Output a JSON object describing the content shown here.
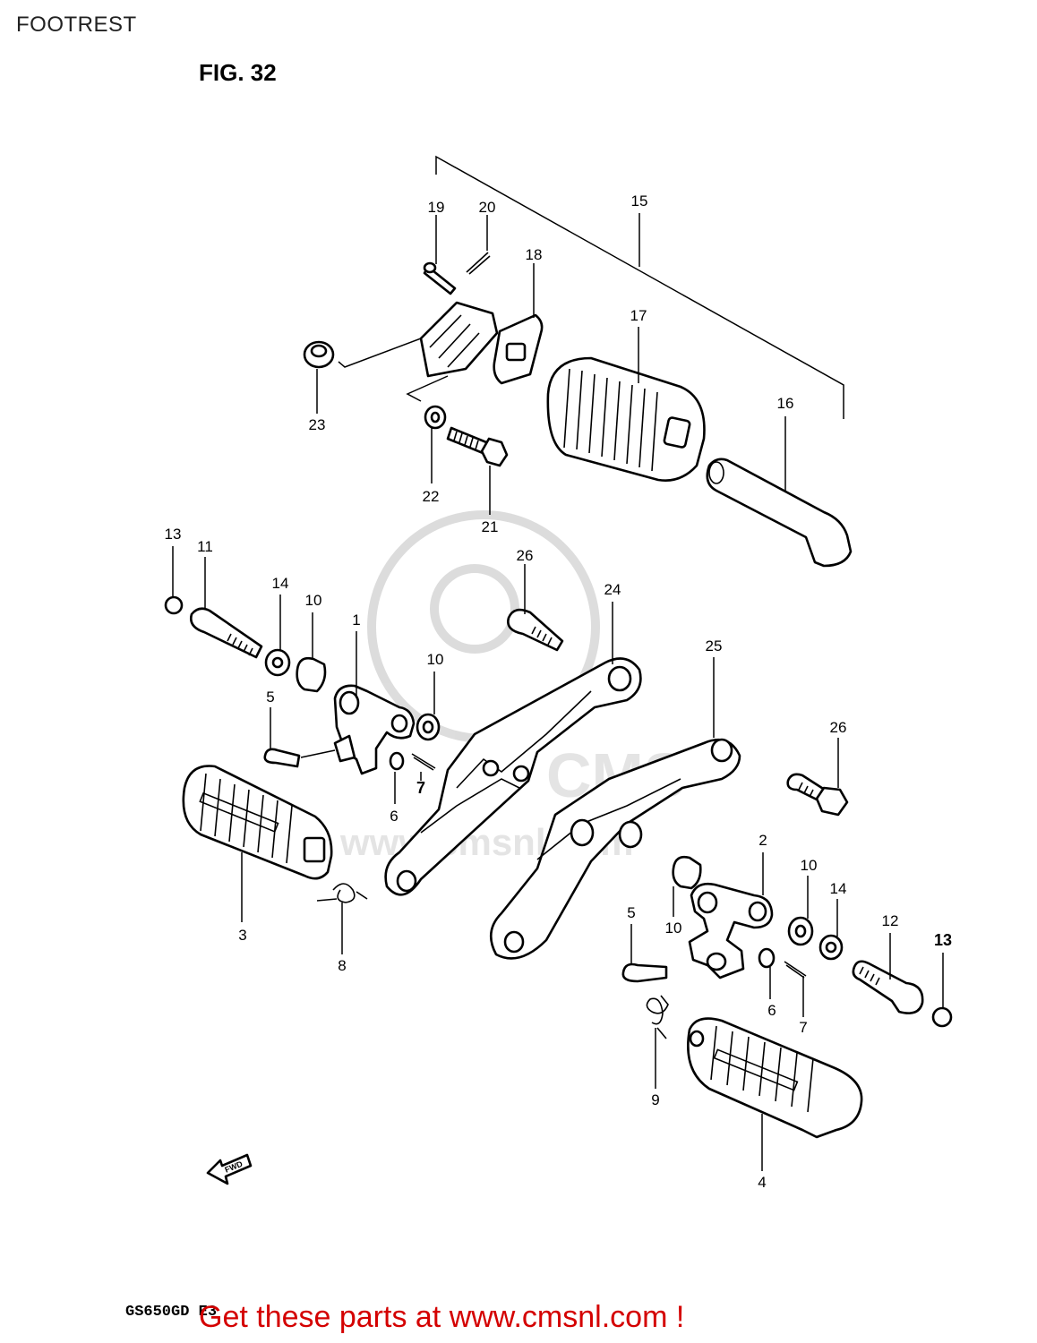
{
  "header": {
    "title": "FOOTREST",
    "figure": "FIG. 32"
  },
  "watermark": {
    "site": "www.cmsnl.com",
    "brand": "CMS"
  },
  "direction_marker": "FWD",
  "footer": {
    "model_code": "GS650GD E3",
    "cta": "Get these parts at www.cmsnl.com !"
  },
  "callouts": [
    "1",
    "2",
    "3",
    "4",
    "5",
    "5",
    "6",
    "6",
    "7",
    "7",
    "8",
    "9",
    "10",
    "10",
    "10",
    "10",
    "11",
    "12",
    "13",
    "13",
    "14",
    "14",
    "15",
    "16",
    "17",
    "18",
    "19",
    "20",
    "21",
    "22",
    "23",
    "24",
    "25",
    "26",
    "26"
  ]
}
